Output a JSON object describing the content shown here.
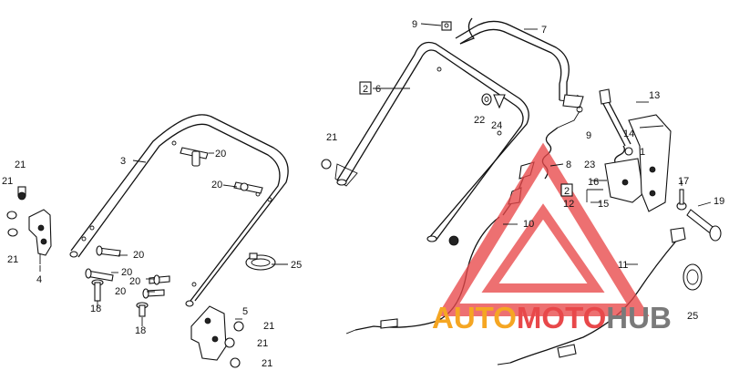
{
  "callouts": {
    "c1": "1",
    "c3": "3",
    "c4": "4",
    "c5": "5",
    "c6": "6",
    "c7": "7",
    "c8": "8",
    "c9a": "9",
    "c9b": "9",
    "c10": "10",
    "c11": "11",
    "c12": "12",
    "c13": "13",
    "c14": "14",
    "c15": "15",
    "c16": "16",
    "c17": "17",
    "c18": "18",
    "c18b": "18",
    "c19": "19",
    "c20a": "20",
    "c20b": "20",
    "c20c": "20",
    "c20d": "20",
    "c20e": "20",
    "c20f": "20",
    "c21a": "21",
    "c21b": "21",
    "c21c": "21",
    "c21d": "21",
    "c21e": "21",
    "c21f": "21",
    "c21g": "21",
    "c22": "22",
    "c23": "23",
    "c24": "24",
    "c25a": "25",
    "c25b": "25",
    "box_left": "2",
    "box_right": "2"
  },
  "watermark": {
    "word1": "AUTO",
    "word2": "MOTO",
    "word3": "HUB",
    "color_red": "#e8484a",
    "color_orange": "#f5a623",
    "color_gray": "#7a7a7a"
  }
}
